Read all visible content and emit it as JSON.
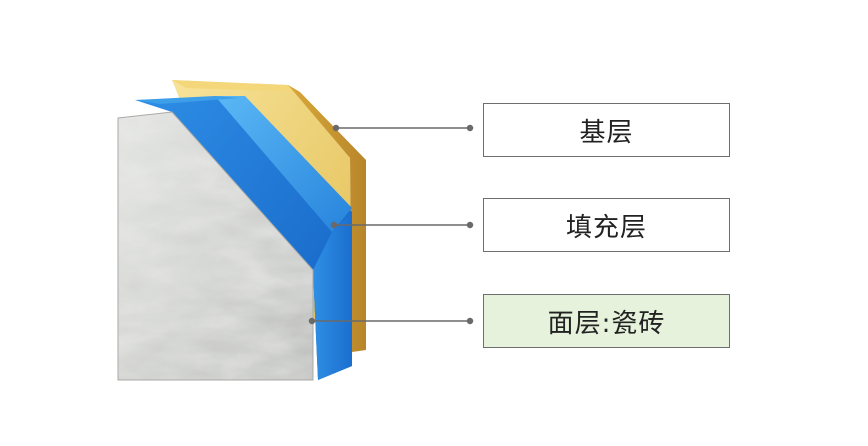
{
  "layers": [
    {
      "key": "base",
      "label": "基层",
      "color": "#e8c45a"
    },
    {
      "key": "fill",
      "label": "填充层",
      "color": "#1f7fd6"
    },
    {
      "key": "face",
      "label": "面层:瓷砖",
      "color": "#c9cac8",
      "highlight": "#e6f2db"
    }
  ],
  "colors": {
    "leader_line": "#6a6a6a",
    "box_border": "#6e6e6e"
  }
}
